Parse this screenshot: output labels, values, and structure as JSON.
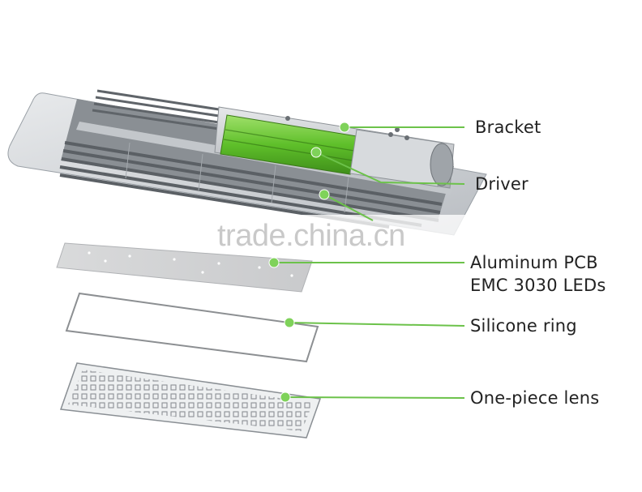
{
  "labels": {
    "bracket": "Bracket",
    "driver": "Driver",
    "pcb_line1": "Aluminum PCB",
    "pcb_line2": "EMC 3030 LEDs",
    "silicone": "Silicone ring",
    "lens": "One-piece lens"
  },
  "watermark": "trade.china.cn",
  "colors": {
    "accent_green": "#6cc24a",
    "text": "#222222",
    "metal": "#b8bcc1",
    "heatsink": "#6e7378"
  }
}
